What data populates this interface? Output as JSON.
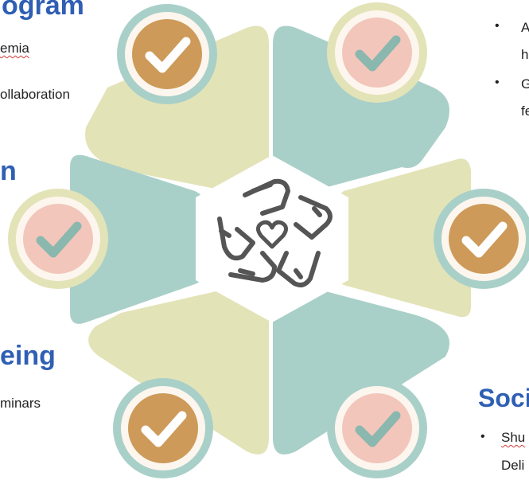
{
  "left_column": {
    "heading_program": "ogram",
    "line_1": "emia",
    "line_2": "ollaboration",
    "heading_middle": "n",
    "heading_wellbeing": "eing",
    "line_3": "minars"
  },
  "right_column": {
    "bullet_1_line_1": "A",
    "bullet_1_line_2": "h",
    "bullet_2_line_1": "G",
    "bullet_2_line_2": "fe",
    "heading_social": "Soci",
    "bullet_3_line_1": "Shu",
    "bullet_3_line_2": "Deli"
  },
  "bullet_glyph": "•",
  "center_icon": "hands-together-heart-icon",
  "badge_icon": "checkmark-icon",
  "colors": {
    "teal_panel": "#a9d0c8",
    "olive_panel": "#e3e3b8",
    "badge_brown": "#cd9a59",
    "badge_pink": "#f2c6bb",
    "badge_ring_teal": "#a9d0c8",
    "badge_ring_olive": "#e3e3b8",
    "check_white": "#ffffff",
    "check_teal": "#8ab7ae",
    "heading_blue": "#2f5fb3",
    "icon_gray": "#555555"
  },
  "badges": [
    {
      "position": "top-left",
      "fill": "brown"
    },
    {
      "position": "top-right",
      "fill": "pink"
    },
    {
      "position": "right",
      "fill": "brown"
    },
    {
      "position": "bottom-right",
      "fill": "pink"
    },
    {
      "position": "bottom-left",
      "fill": "brown"
    },
    {
      "position": "left",
      "fill": "pink"
    }
  ]
}
